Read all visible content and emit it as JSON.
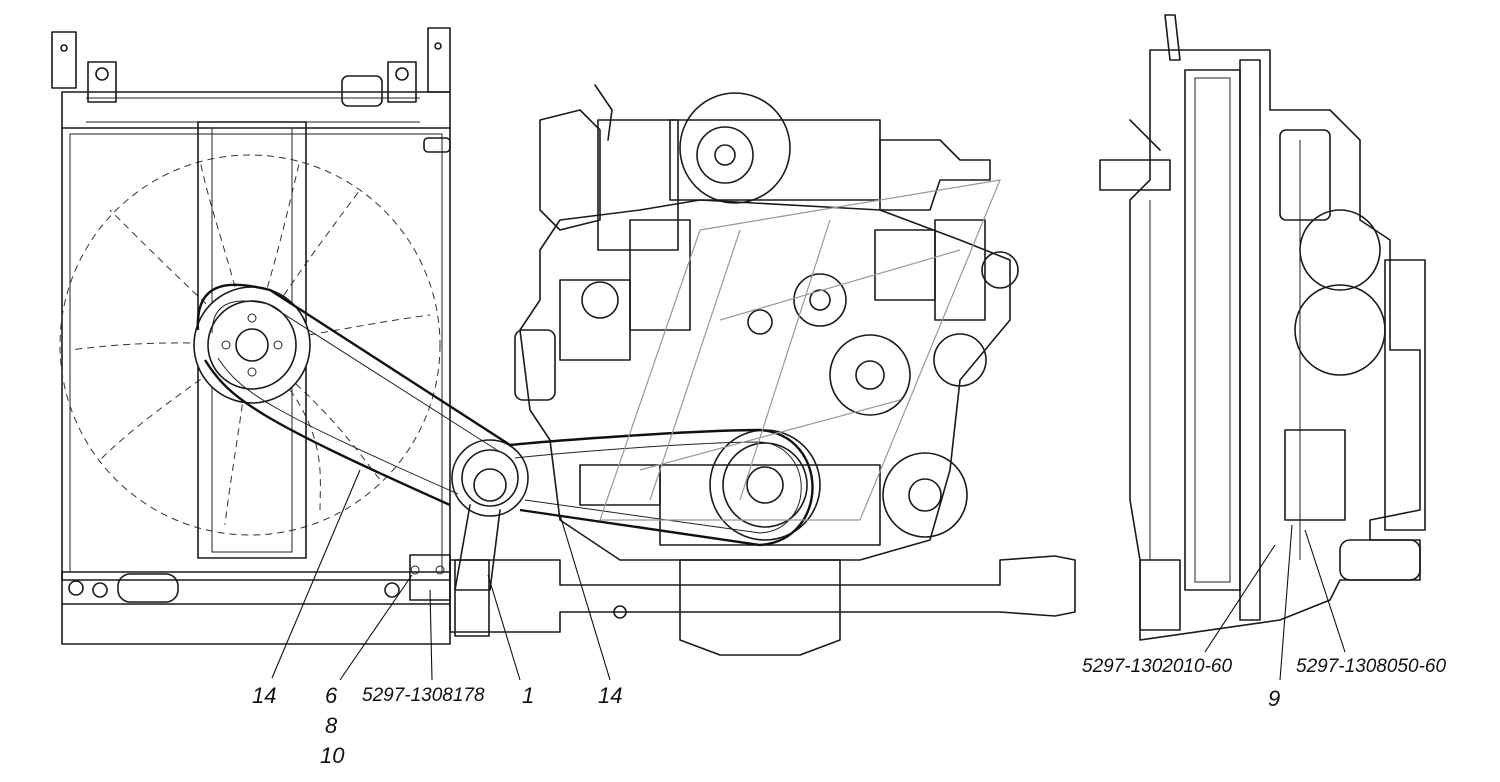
{
  "callouts": {
    "c14_left": "14",
    "c6": "6",
    "c8": "8",
    "c10": "10",
    "c5297_1308178": "5297-1308178",
    "c1": "1",
    "c14_mid": "14",
    "c5297_1302010_60": "5297-1302010-60",
    "c9": "9",
    "c5297_1308050_60": "5297-1308050-60"
  }
}
